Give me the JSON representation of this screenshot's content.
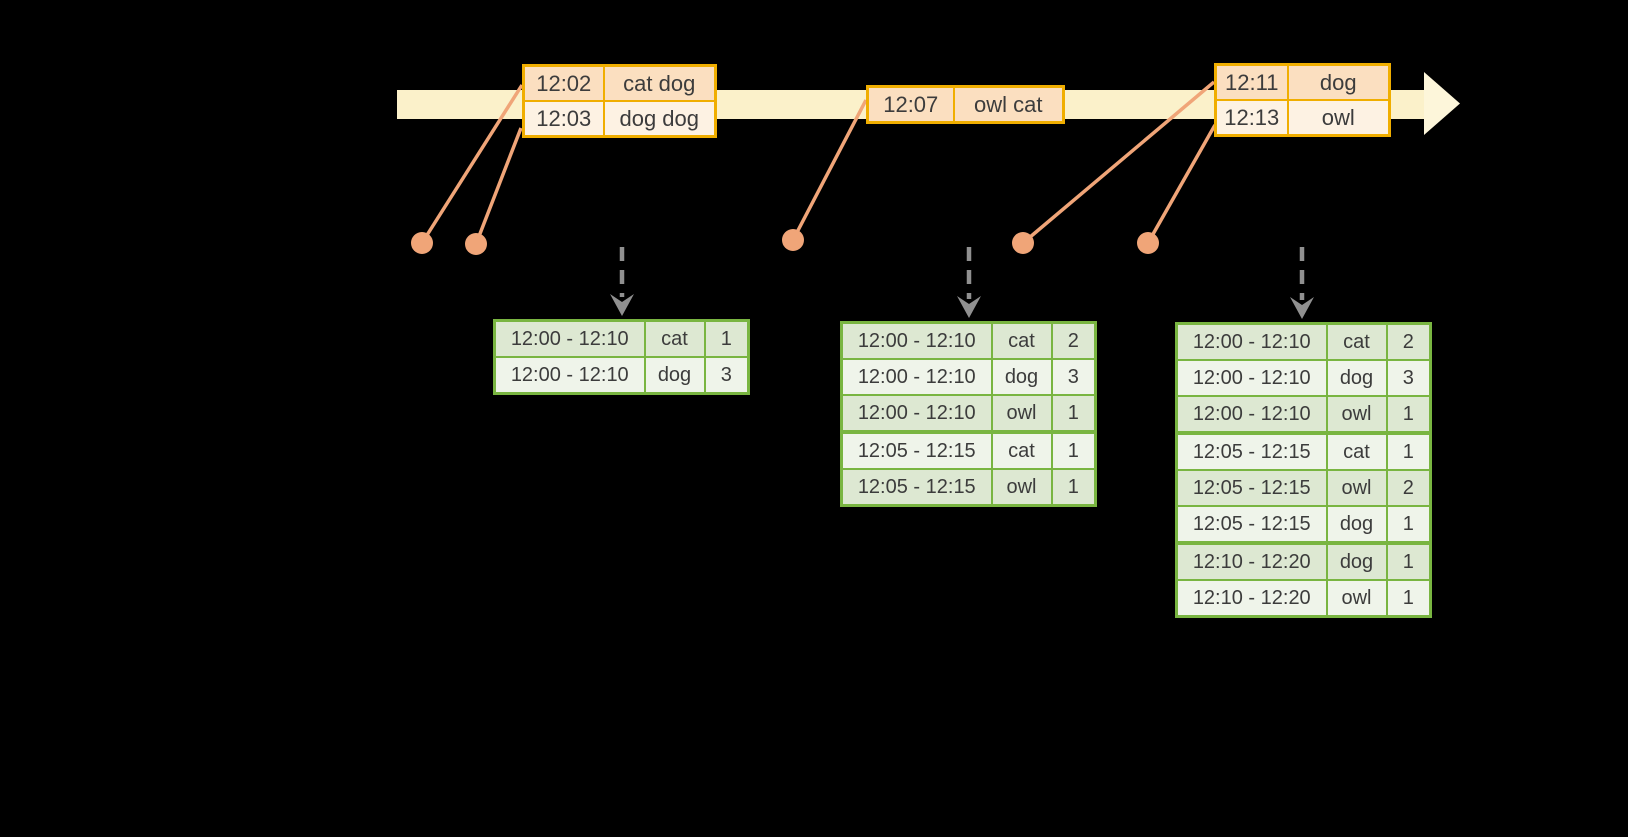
{
  "colors": {
    "background": "#000000",
    "timeline_bar": "#fbf1ca",
    "timeline_arrowhead": "#fdf6da",
    "event_border": "#f0ae00",
    "event_row_dark": "#fbdfc0",
    "event_row_light": "#fdf2e3",
    "connector": "#f0a578",
    "result_border": "#79b541",
    "result_row_dark": "#dde8d2",
    "result_row_light": "#eff4ea",
    "trigger_arrow": "#909090",
    "cell_text": "#3c3c3c"
  },
  "timeline": {
    "icon": "right-arrow"
  },
  "event_tables": [
    {
      "rows": [
        {
          "time": "12:02",
          "words": "cat dog"
        },
        {
          "time": "12:03",
          "words": "dog dog"
        }
      ]
    },
    {
      "rows": [
        {
          "time": "12:07",
          "words": "owl cat"
        }
      ]
    },
    {
      "rows": [
        {
          "time": "12:11",
          "words": "dog"
        },
        {
          "time": "12:13",
          "words": "owl"
        }
      ]
    }
  ],
  "result_tables": [
    {
      "rows": [
        {
          "window": "12:00 - 12:10",
          "word": "cat",
          "count": "1"
        },
        {
          "window": "12:00 - 12:10",
          "word": "dog",
          "count": "3"
        }
      ]
    },
    {
      "rows": [
        {
          "window": "12:00 - 12:10",
          "word": "cat",
          "count": "2"
        },
        {
          "window": "12:00 - 12:10",
          "word": "dog",
          "count": "3"
        },
        {
          "window": "12:00 - 12:10",
          "word": "owl",
          "count": "1"
        },
        {
          "window": "12:05 - 12:15",
          "word": "cat",
          "count": "1"
        },
        {
          "window": "12:05 - 12:15",
          "word": "owl",
          "count": "1"
        }
      ]
    },
    {
      "rows": [
        {
          "window": "12:00 - 12:10",
          "word": "cat",
          "count": "2"
        },
        {
          "window": "12:00 - 12:10",
          "word": "dog",
          "count": "3"
        },
        {
          "window": "12:00 - 12:10",
          "word": "owl",
          "count": "1"
        },
        {
          "window": "12:05 - 12:15",
          "word": "cat",
          "count": "1"
        },
        {
          "window": "12:05 - 12:15",
          "word": "owl",
          "count": "2"
        },
        {
          "window": "12:05 - 12:15",
          "word": "dog",
          "count": "1"
        },
        {
          "window": "12:10 - 12:20",
          "word": "dog",
          "count": "1"
        },
        {
          "window": "12:10 - 12:20",
          "word": "owl",
          "count": "1"
        }
      ]
    }
  ]
}
